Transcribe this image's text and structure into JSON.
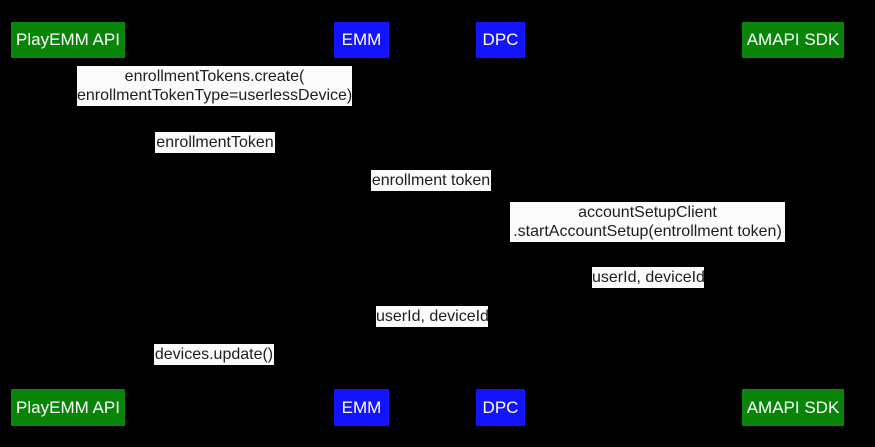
{
  "diagram": {
    "type": "sequence-diagram",
    "colors": {
      "background": "#000000",
      "actor_green": "#088408",
      "actor_blue": "#1414fa",
      "actor_text": "#ffffff",
      "message_label_bg": "#fbfbfb",
      "message_label_text": "#1e1e1e"
    }
  },
  "actors": [
    {
      "label": "PlayEMM API",
      "color": "green"
    },
    {
      "label": "EMM",
      "color": "blue"
    },
    {
      "label": "DPC",
      "color": "blue"
    },
    {
      "label": "AMAPI SDK",
      "color": "green"
    }
  ],
  "messages": [
    {
      "lines": [
        "enrollmentTokens.create(",
        "enrollmentTokenType=userlessDevice)"
      ]
    },
    {
      "lines": [
        "enrollmentToken"
      ]
    },
    {
      "lines": [
        "enrollment token"
      ]
    },
    {
      "lines": [
        "accountSetupClient",
        ".startAccountSetup(entrollment token)"
      ]
    },
    {
      "lines": [
        "userId, deviceId"
      ]
    },
    {
      "lines": [
        "userId, deviceId"
      ]
    },
    {
      "lines": [
        "devices.update()"
      ]
    }
  ]
}
